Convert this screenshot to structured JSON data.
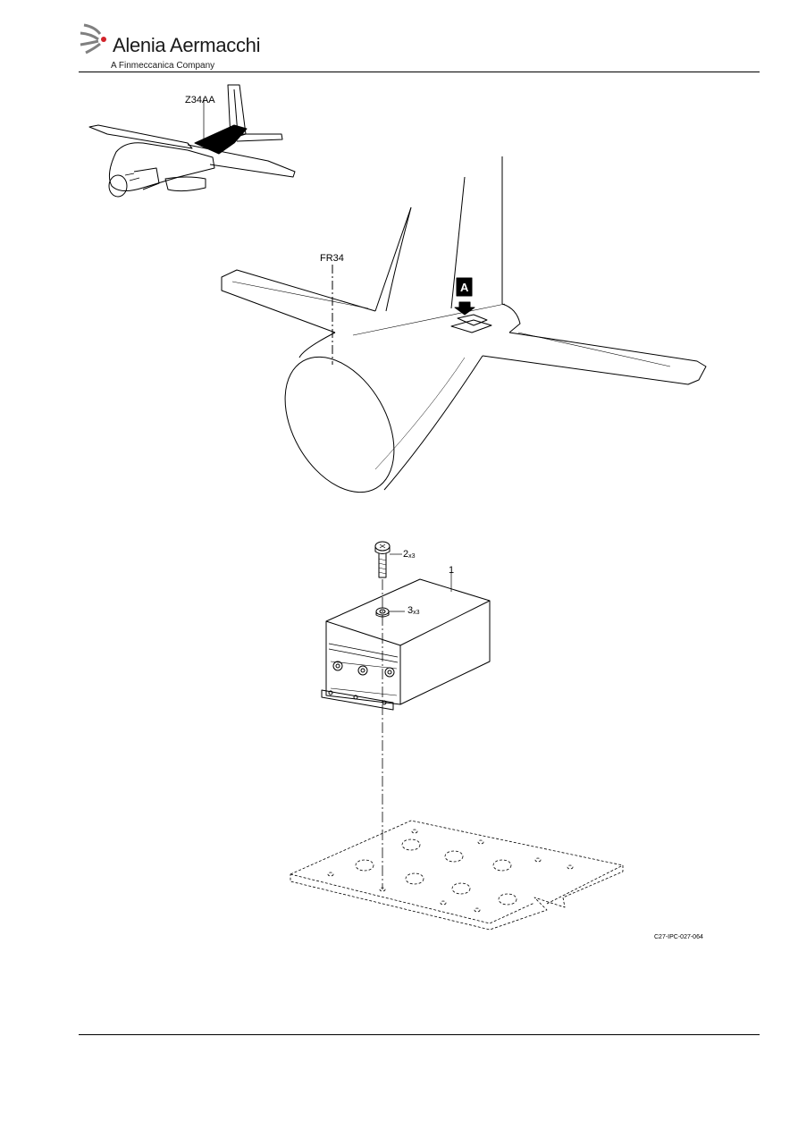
{
  "header": {
    "company_name": "Alenia Aermacchi",
    "company_tagline": "A Finmeccanica Company"
  },
  "labels": {
    "zone": "Z34AA",
    "frame": "FR34",
    "view": "A",
    "item_unit": "1",
    "item_screw": "2",
    "item_screw_qty": "x3",
    "item_washer": "3",
    "item_washer_qty": "x3"
  },
  "figure_code": "C27-IPC-027-064",
  "colors": {
    "logo_mark": "#808080",
    "logo_accent": "#d2232a",
    "line": "#000000"
  }
}
